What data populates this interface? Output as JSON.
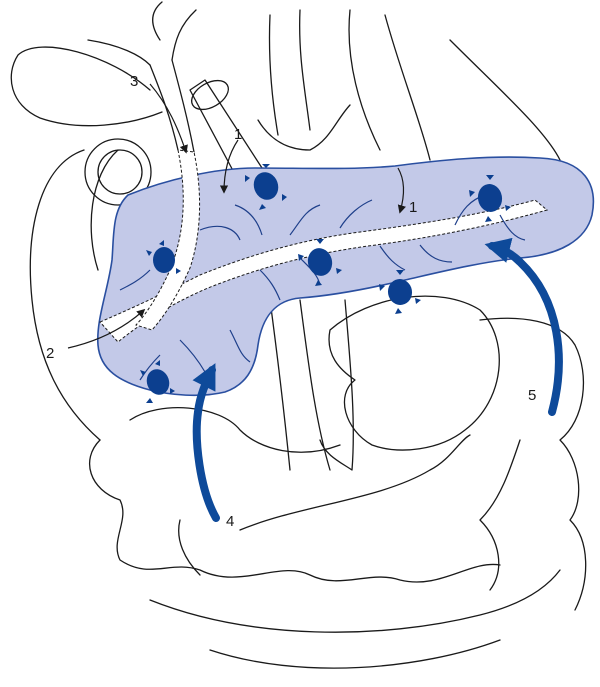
{
  "labels": {
    "l1a": "1",
    "l1b": "1",
    "l2": "2",
    "l3": "3",
    "l4": "4",
    "l5": "5"
  },
  "colors": {
    "pancreas_fill": "#c3c9e8",
    "pancreas_outline": "#2a4fa0",
    "arrow_blue": "#0e4a9a",
    "islet_blue": "#0c3f8f",
    "lines": "#1a1a1a"
  }
}
